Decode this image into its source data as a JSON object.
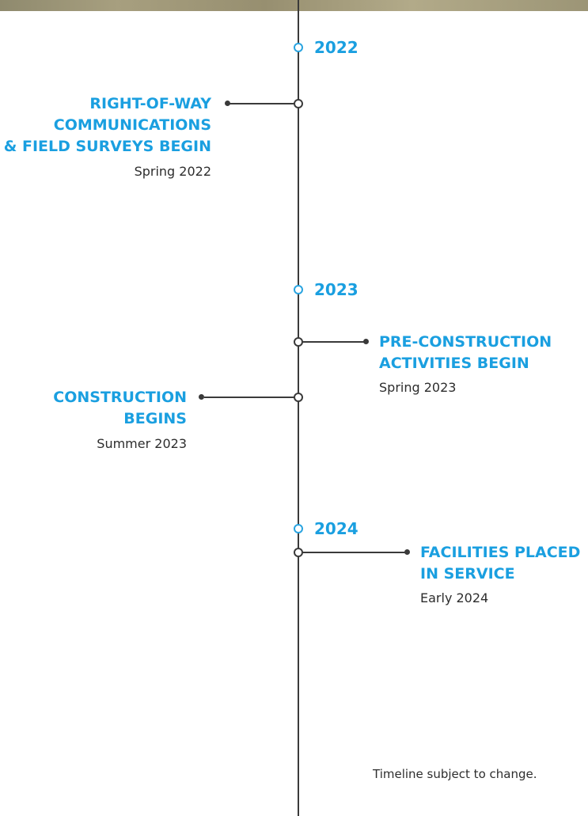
{
  "colors": {
    "accent": "#1a9fe0",
    "line": "#3a3a3a",
    "text": "#2d2d2d"
  },
  "years": [
    "2022",
    "2023",
    "2024"
  ],
  "events": [
    {
      "title_lines": [
        "RIGHT-OF-WAY",
        "COMMUNICATIONS",
        "& FIELD SURVEYS BEGIN"
      ],
      "date": "Spring 2022"
    },
    {
      "title_lines": [
        "PRE-CONSTRUCTION",
        "ACTIVITIES BEGIN"
      ],
      "date": "Spring 2023"
    },
    {
      "title_lines": [
        "CONSTRUCTION",
        "BEGINS"
      ],
      "date": "Summer 2023"
    },
    {
      "title_lines": [
        "FACILITIES PLACED",
        "IN SERVICE"
      ],
      "date": "Early 2024"
    }
  ],
  "note": "Timeline subject to change."
}
